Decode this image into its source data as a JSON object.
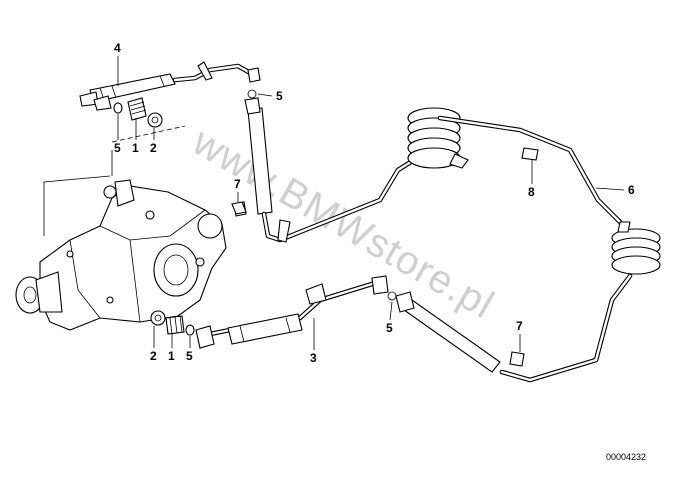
{
  "watermark": "www.BMWstore.pl",
  "reference_number": "00004232",
  "callouts": {
    "top_4": "4",
    "top_5_left": "5",
    "top_1": "1",
    "top_2": "2",
    "top_5_right": "5",
    "mid_7": "7",
    "mid_8": "8",
    "mid_6": "6",
    "bot_2": "2",
    "bot_1": "1",
    "bot_5_left": "5",
    "bot_3": "3",
    "bot_5_right": "5",
    "bot_7": "7"
  }
}
